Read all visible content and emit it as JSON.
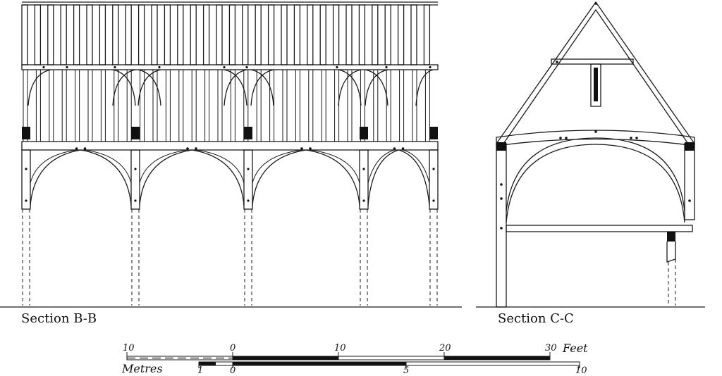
{
  "sections": {
    "b": {
      "label": "Section B-B"
    },
    "c": {
      "label": "Section C-C"
    }
  },
  "scale": {
    "feet": {
      "unit": "Feet",
      "ticks": [
        "10",
        "0",
        "10",
        "20",
        "30"
      ]
    },
    "metres": {
      "unit": "Metres",
      "ticks": [
        "1",
        "0",
        "5",
        "10"
      ]
    }
  }
}
